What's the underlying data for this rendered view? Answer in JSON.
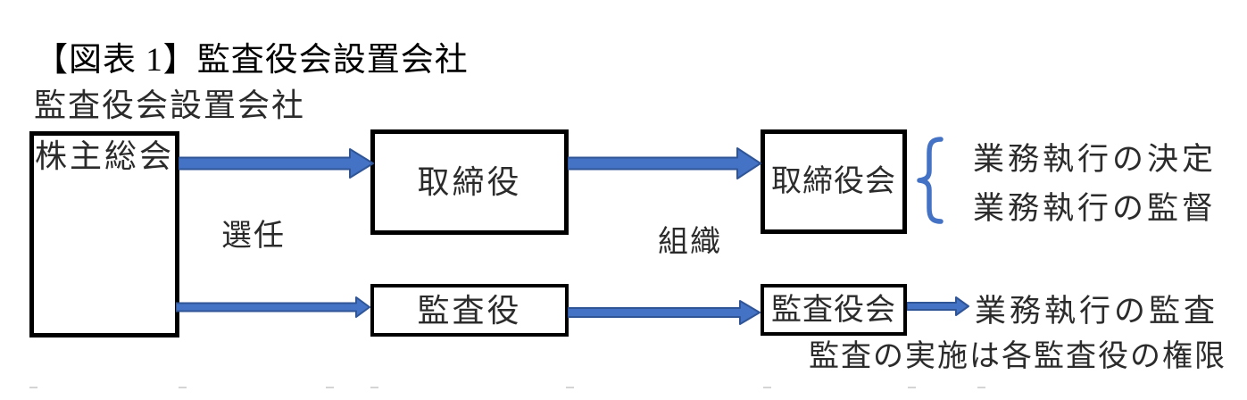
{
  "figure_title": "【図表 1】監査役会設置会社",
  "diagram": {
    "heading": "監査役会設置会社",
    "boxes": {
      "shareholders_meeting": "株主総会",
      "directors": "取締役",
      "board_of_directors": "取締役会",
      "auditors": "監査役",
      "board_of_auditors": "監査役会"
    },
    "edge_labels": {
      "appointment": "選任",
      "organize": "組織"
    },
    "annotations": {
      "board_functions": [
        "業務執行の決定",
        "業務執行の監督"
      ],
      "audit_function": "業務執行の監査",
      "audit_note": "監査の実施は各監査役の権限"
    },
    "colors": {
      "arrow_fill": "#4472C4",
      "arrow_stroke": "#2F5597",
      "brace": "#4472C4",
      "box_border": "#000000"
    }
  }
}
